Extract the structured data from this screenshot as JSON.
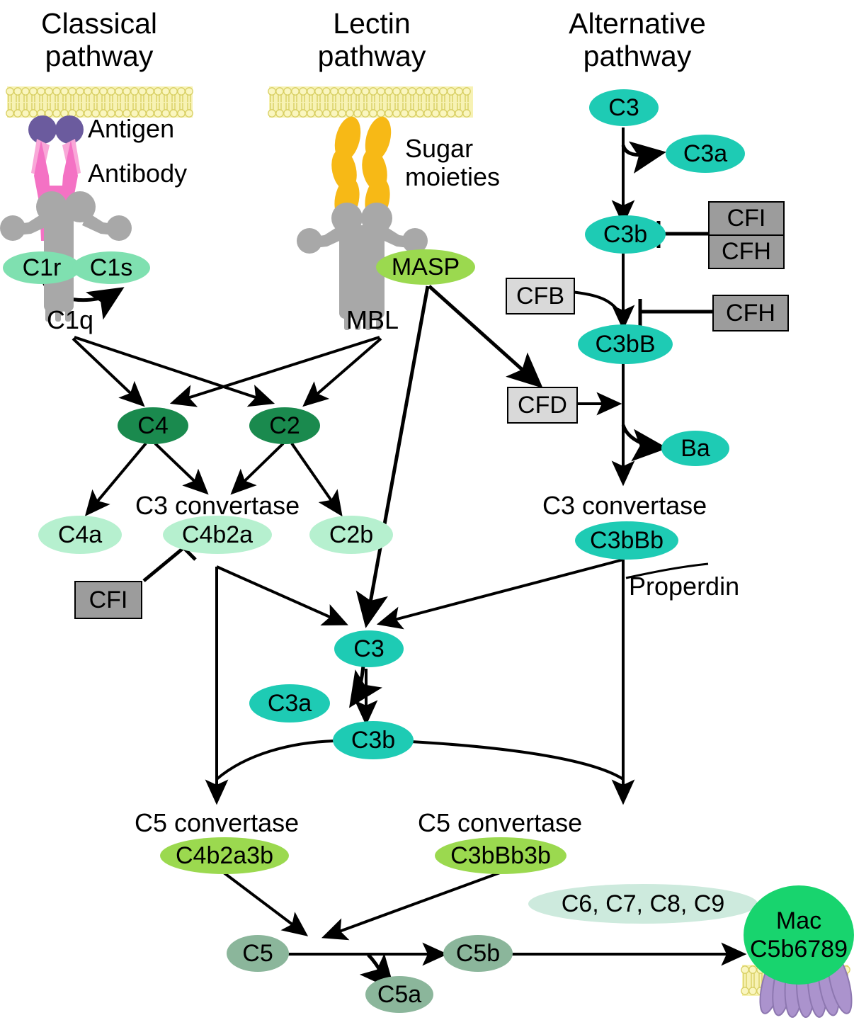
{
  "headers": [
    {
      "id": "classical",
      "text": "Classical\npathway"
    },
    {
      "id": "lectin",
      "text": "Lectin\npathway"
    },
    {
      "id": "alternative",
      "text": "Alternative\npathway"
    }
  ],
  "labels": {
    "antigen": "Antigen",
    "antibody": "Antibody",
    "sugar_moieties": "Sugar\nmoieties",
    "c1q": "C1q",
    "mbl": "MBL",
    "properdin": "Properdin",
    "c3_convertase_classical": "C3 convertase",
    "c3_convertase_alternative": "C3 convertase",
    "c5_convertase_classical": "C5 convertase",
    "c5_convertase_alternative": "C5 convertase"
  },
  "nodes": {
    "c1r": "C1r",
    "c1s": "C1s",
    "masp": "MASP",
    "c4": "C4",
    "c2": "C2",
    "c4a": "C4a",
    "c4b2a": "C4b2a",
    "c2b": "C2b",
    "alt_c3": "C3",
    "alt_c3a": "C3a",
    "alt_c3b": "C3b",
    "c3bB": "C3bB",
    "ba": "Ba",
    "c3bBb": "C3bBb",
    "mid_c3": "C3",
    "mid_c3a": "C3a",
    "mid_c3b": "C3b",
    "c4b2a3b": "C4b2a3b",
    "c3bBb3b": "C3bBb3b",
    "c5": "C5",
    "c5a": "C5a",
    "c5b": "C5b",
    "terminal": "C6, C7, C8, C9",
    "mac": "Mac\nC5b6789"
  },
  "regulators": {
    "cfi_classical": "CFI",
    "cfb": "CFB",
    "cfd": "CFD",
    "cfi_alt": "CFI",
    "cfh_stack": "CFH",
    "cfh_single": "CFH"
  },
  "colors": {
    "teal": "#1ecbb4",
    "dark_green": "#1a8a4e",
    "pale_green": "#b6f0cf",
    "mint": "#7fe0b0",
    "yellow_green": "#9bd94f",
    "muted_green": "#8bb69b",
    "bright_green": "#18d46e",
    "very_pale_green": "#cdeadd",
    "gray_box": "#d9d9d9",
    "gray_box_dark": "#9c9c9c",
    "membrane": "#f5f0a8",
    "membrane_stroke": "#d8cf63",
    "antigen_purple": "#6b5b9e",
    "antibody_pink": "#f472c4",
    "antibody_pink_light": "#f9a8d8",
    "protein_gray": "#a8a8a8",
    "sugar_yellow": "#f7b916",
    "mac_purple": "#ab93cd",
    "stroke": "#000000"
  }
}
